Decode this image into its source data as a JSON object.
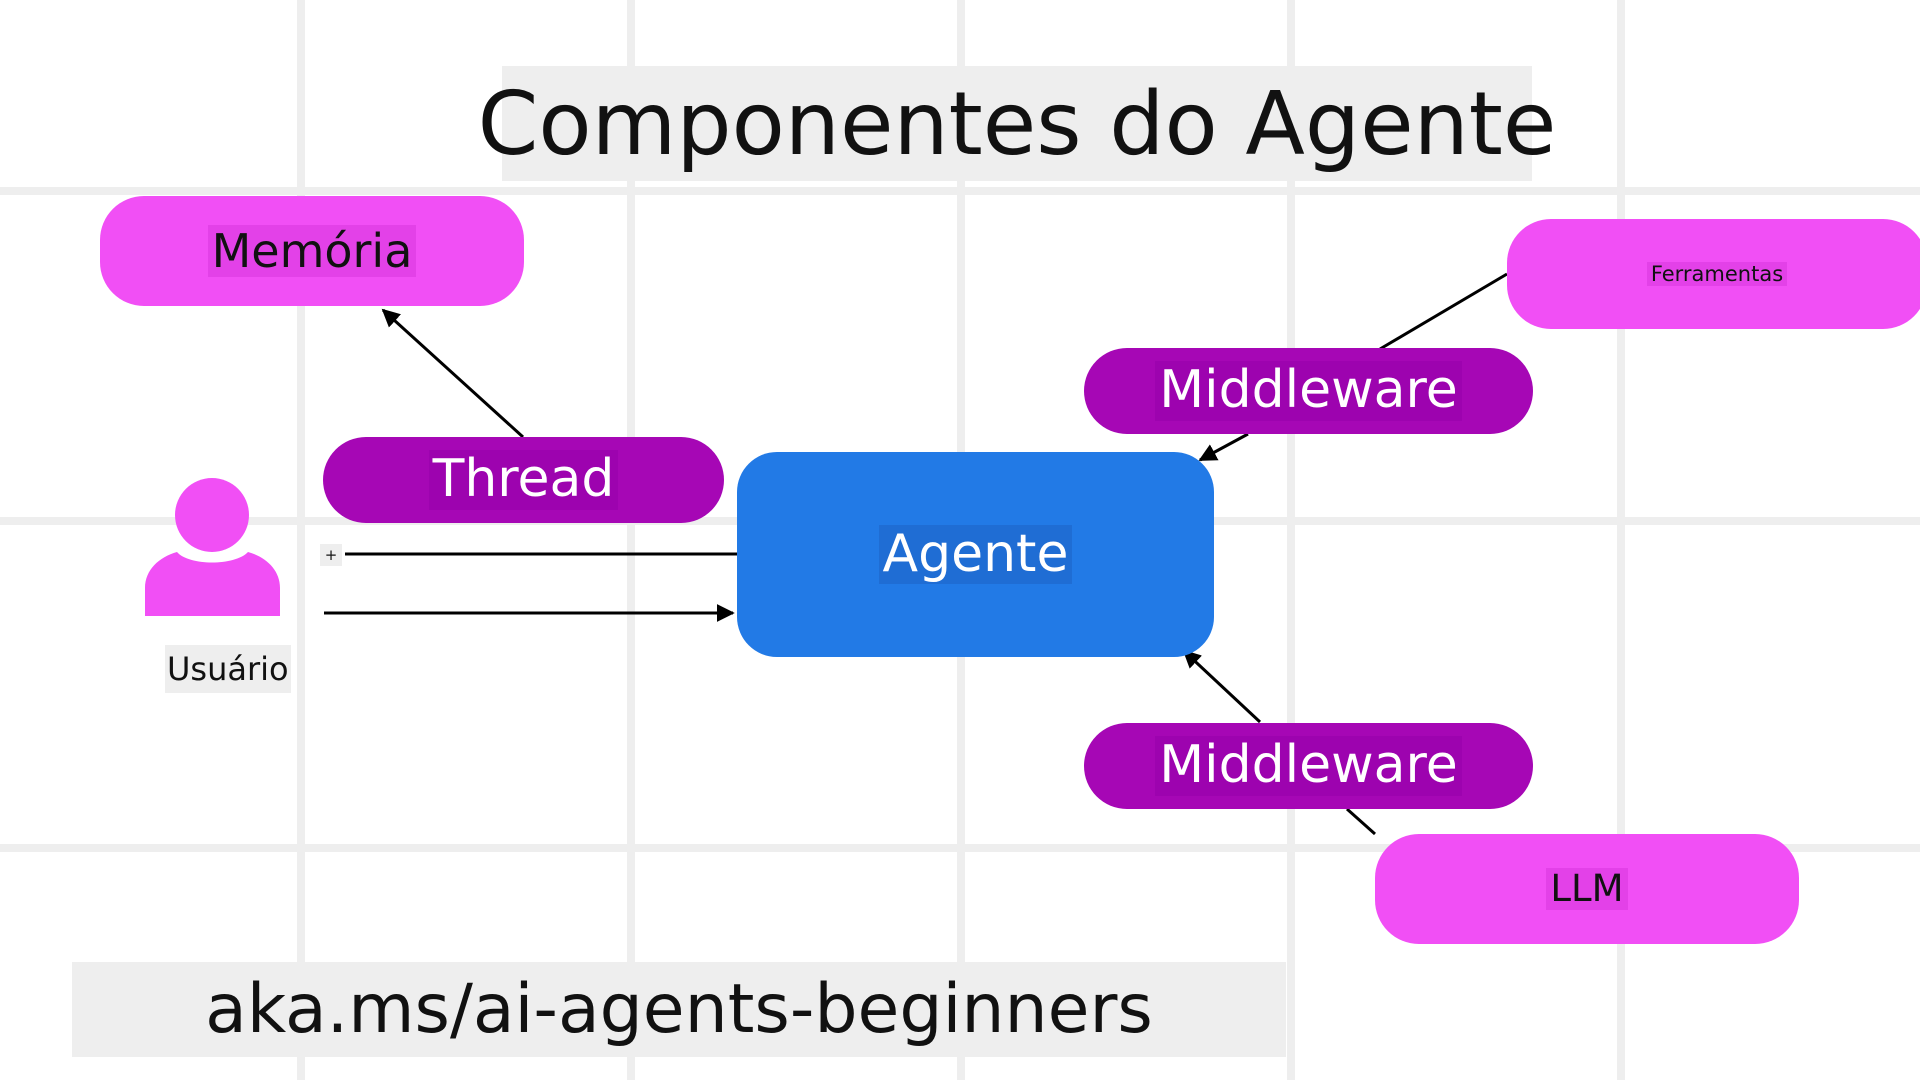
{
  "title": "Componentes do Agente",
  "footer": "aka.ms/ai-agents-beginners",
  "nodes": {
    "memoria": "Memória",
    "ferramentas": "Ferramentas",
    "middleware_top": "Middleware",
    "thread": "Thread",
    "agente": "Agente",
    "middleware_bottom": "Middleware",
    "llm": "LLM",
    "usuario": "Usuário"
  },
  "handle": {
    "plus": "+"
  },
  "icons": {
    "user": "user-icon",
    "plus": "plus-icon"
  },
  "colors": {
    "pink": "#f14ff5",
    "purple": "#a607b5",
    "agent_blue": "#227ae6",
    "grid": "#eeeeee",
    "arrow": "#000000"
  },
  "edges": [
    {
      "from": "Usuário",
      "to": "Agente"
    },
    {
      "from": "Agente",
      "to": "Usuário"
    },
    {
      "from": "Thread",
      "to": "Memória"
    },
    {
      "from": "Ferramentas",
      "to": "Agente",
      "via": "Middleware"
    },
    {
      "from": "LLM",
      "to": "Agente",
      "via": "Middleware"
    }
  ]
}
